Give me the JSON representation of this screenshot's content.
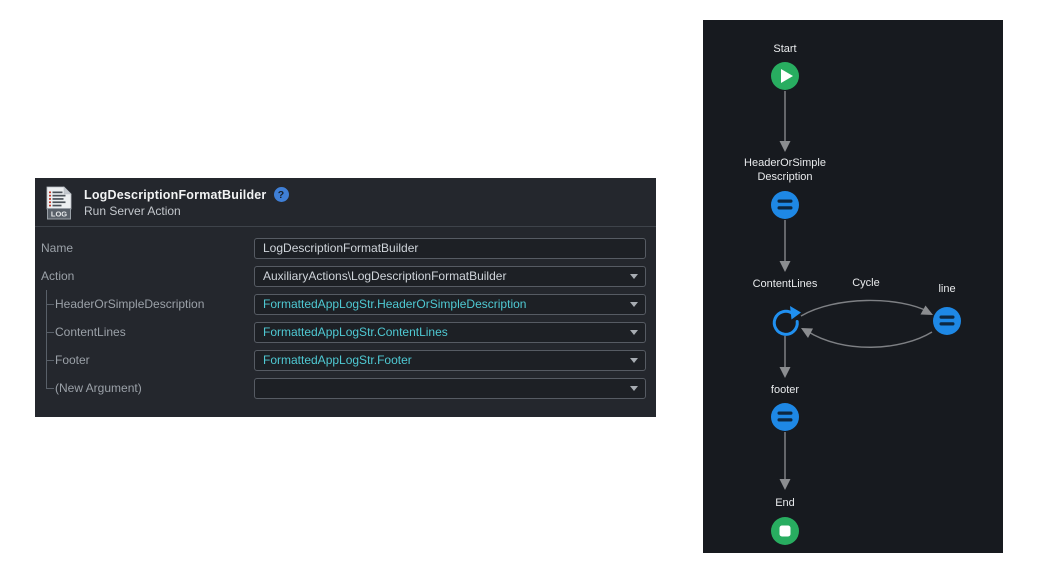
{
  "properties_panel": {
    "icon_label": "LOG",
    "title": "LogDescriptionFormatBuilder",
    "help": "?",
    "subtitle": "Run Server Action",
    "rows": [
      {
        "label": "Name",
        "value": "LogDescriptionFormatBuilder"
      },
      {
        "label": "Action",
        "value": "AuxiliaryActions\\LogDescriptionFormatBuilder"
      },
      {
        "label": "HeaderOrSimpleDescription",
        "value": "FormattedAppLogStr.HeaderOrSimpleDescription"
      },
      {
        "label": "ContentLines",
        "value": "FormattedAppLogStr.ContentLines"
      },
      {
        "label": "Footer",
        "value": "FormattedAppLogStr.Footer"
      },
      {
        "label": "(New Argument)",
        "value": ""
      }
    ]
  },
  "flow": {
    "nodes": {
      "start": {
        "label": "Start"
      },
      "header": {
        "label_line1": "HeaderOrSimple",
        "label_line2": "Description"
      },
      "contentlines": {
        "label": "ContentLines"
      },
      "line": {
        "label": "line"
      },
      "footer": {
        "label": "footer"
      },
      "end": {
        "label": "End"
      }
    },
    "cycle_label": "Cycle"
  },
  "colors": {
    "accent_blue": "#1e88e5",
    "accent_green": "#28ad60",
    "expression_cyan": "#4fc9d3",
    "panel_dark": "#24272d",
    "flow_dark": "#171a1f"
  }
}
